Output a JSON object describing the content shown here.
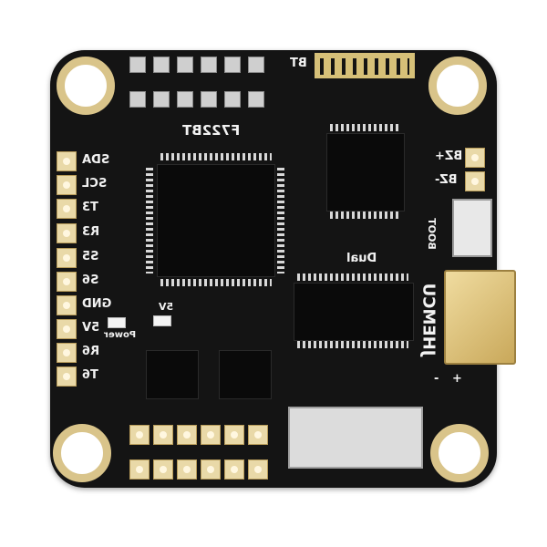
{
  "product": {
    "brand": "JHEMCU",
    "model": "F722BT",
    "chip_label": "Dual"
  },
  "silkscreen": {
    "left_pads": [
      "SDA",
      "SCL",
      "T3",
      "R3",
      "S5",
      "S6",
      "GND",
      "5V",
      "R6",
      "T6"
    ],
    "right_pads": [
      "BZ+",
      "BZ-"
    ],
    "boot": "BOOT",
    "power": "Power",
    "five_v": "5V",
    "bt": "BT",
    "polarity": [
      "-",
      "+"
    ]
  },
  "colors": {
    "pcb": "#141414",
    "gold": "#e9d9a8",
    "silk": "#f2f2f2",
    "background": "#ffffff"
  }
}
